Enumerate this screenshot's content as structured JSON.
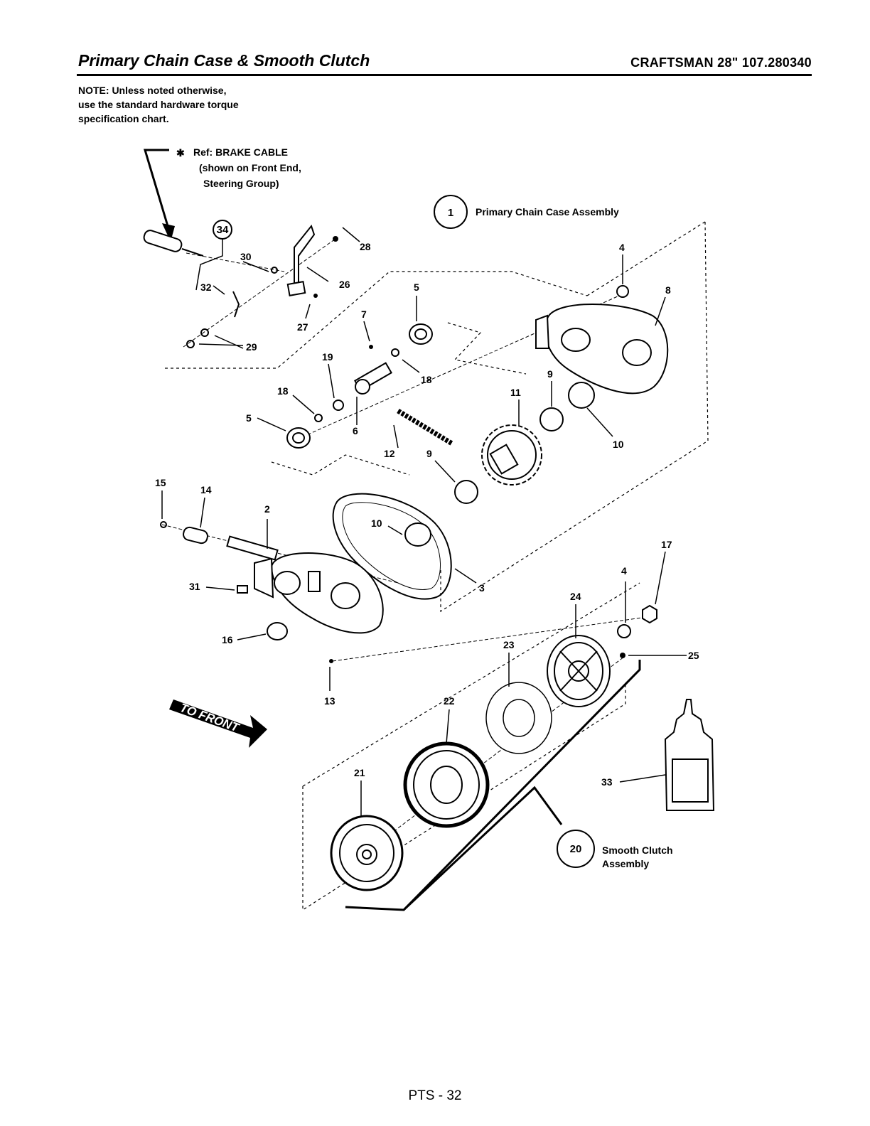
{
  "header": {
    "title": "Primary Chain Case & Smooth Clutch",
    "model": "CRAFTSMAN 28\" 107.280340"
  },
  "note": {
    "lines": [
      "NOTE: Unless noted otherwise,",
      "use the standard hardware torque",
      "specification chart."
    ]
  },
  "brake_ref": {
    "asterisk": "✱",
    "lines": [
      "Ref: BRAKE CABLE",
      "(shown on Front  End,",
      "Steering Group)"
    ]
  },
  "callouts": {
    "c1_num": "1",
    "c1_text": "Primary Chain Case Assembly",
    "c20_num": "20",
    "c20_line1": "Smooth Clutch",
    "c20_line2": "Assembly",
    "c34_num": "34"
  },
  "to_front": "TO FRONT",
  "labels": {
    "l2": "2",
    "l3": "3",
    "l4a": "4",
    "l4b": "4",
    "l5a": "5",
    "l5b": "5",
    "l6": "6",
    "l7": "7",
    "l8": "8",
    "l9a": "9",
    "l9b": "9",
    "l10a": "10",
    "l10b": "10",
    "l11": "11",
    "l12": "12",
    "l13": "13",
    "l14": "14",
    "l15": "15",
    "l16": "16",
    "l17": "17",
    "l18a": "18",
    "l18b": "18",
    "l19": "19",
    "l21": "21",
    "l22": "22",
    "l23": "23",
    "l24": "24",
    "l25": "25",
    "l26": "26",
    "l27": "27",
    "l28": "28",
    "l29": "29",
    "l30": "30",
    "l31": "31",
    "l32": "32",
    "l33": "33"
  },
  "footer": {
    "page": "PTS - 32"
  }
}
